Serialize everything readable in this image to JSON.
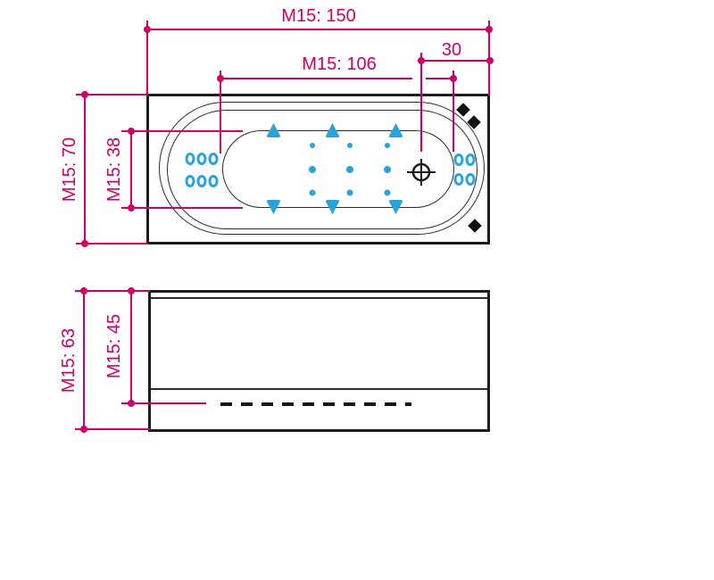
{
  "colors": {
    "dimension": "#cc0066",
    "jets": "#2aa3db",
    "outline": "#1c1c1c",
    "background": "#ffffff"
  },
  "top_view": {
    "dimensions": {
      "overall_length": {
        "label": "M15: 150"
      },
      "basin_length": {
        "label": "M15: 106"
      },
      "drain_offset": {
        "label": "30"
      },
      "overall_width": {
        "label": "M15: 70"
      },
      "basin_width": {
        "label": "M15: 38"
      }
    },
    "features": {
      "left_water_jets": 6,
      "right_water_jets": 4,
      "top_hydro_jets": 3,
      "bottom_hydro_jets": 3,
      "floor_air_jets": 9,
      "corner_markers": 3,
      "drain": "drain-crosshair-symbol"
    }
  },
  "side_view": {
    "dimensions": {
      "overall_height": {
        "label": "M15: 63"
      },
      "rim_to_waterline": {
        "label": "M15: 45"
      }
    },
    "waterline": "dashed"
  }
}
